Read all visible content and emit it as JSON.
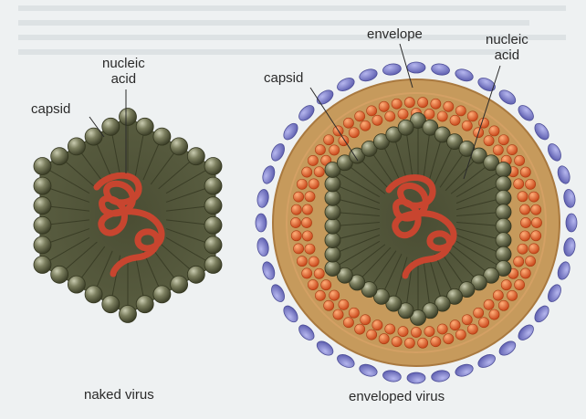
{
  "figure": {
    "naked_virus": {
      "caption": "naked virus",
      "labels": {
        "capsid": "capsid",
        "nucleic_acid": "nucleic\nacid"
      }
    },
    "enveloped_virus": {
      "caption": "enveloped virus",
      "labels": {
        "envelope": "envelope",
        "capsid": "capsid",
        "nucleic_acid": "nucleic\nacid"
      }
    },
    "colors": {
      "capsomere": "#6f7356",
      "capsid_lines": "#4a4d33",
      "nucleic_acid": "#c8452f",
      "envelope_tan": "#c69a5c",
      "envelope_orange": "#e2682f",
      "glycoprotein": "#7f7fc8",
      "background": "#eef1f2"
    }
  }
}
